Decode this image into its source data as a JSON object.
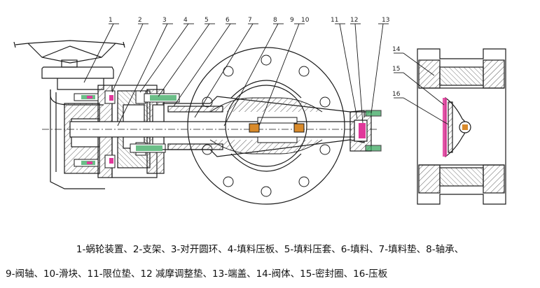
{
  "diagram": {
    "callouts_top": [
      "1",
      "2",
      "3",
      "4",
      "5",
      "6",
      "7",
      "8",
      "9",
      "10",
      "11",
      "12",
      "13"
    ],
    "callouts_side": [
      "14",
      "15",
      "16"
    ]
  },
  "caption": {
    "line1": "1-蜗轮装置、2-支架、3-对开圆环、4-填料压板、5-填料压套、6-填料、7-填料垫、8-轴承、",
    "line2": "9-阀轴、10-滑块、11-限位垫、12 减摩调整垫、13-端盖、14-阀体、15-密封圈、16-压板"
  },
  "colors": {
    "line": "#1a1a1a",
    "hatch": "#555555",
    "gasket_pink": "#e0389a",
    "bearing_orange": "#d98a2a",
    "fastener_green": "#3aa860"
  }
}
